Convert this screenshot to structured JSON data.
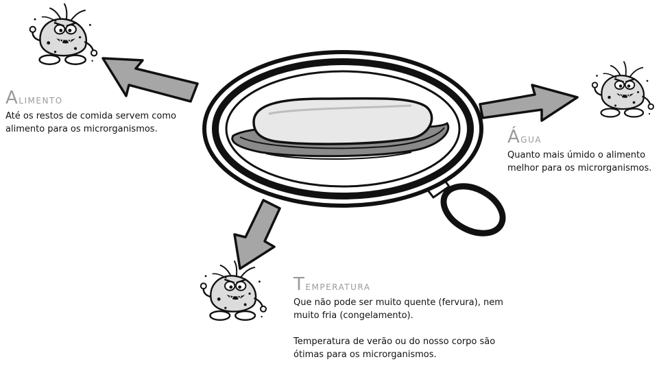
{
  "alimento": {
    "title": "Alimento",
    "text": "Até os restos de comida servem como alimento para os microrganismos."
  },
  "agua": {
    "title": "Água",
    "text": "Quanto mais úmido o alimento melhor para os microrganismos."
  },
  "temperatura": {
    "title": "Temperatura",
    "text1": "Que não pode ser muito quente (fervura), nem muito fria (congelamento).",
    "text2": "Temperatura de verão ou do nosso corpo são ótimas para os microrganismos."
  },
  "colors": {
    "arrow_fill": "#a6a6a6",
    "outline": "#111111",
    "heading": "#9a9a9a",
    "lens_ring": "#ffffff"
  }
}
